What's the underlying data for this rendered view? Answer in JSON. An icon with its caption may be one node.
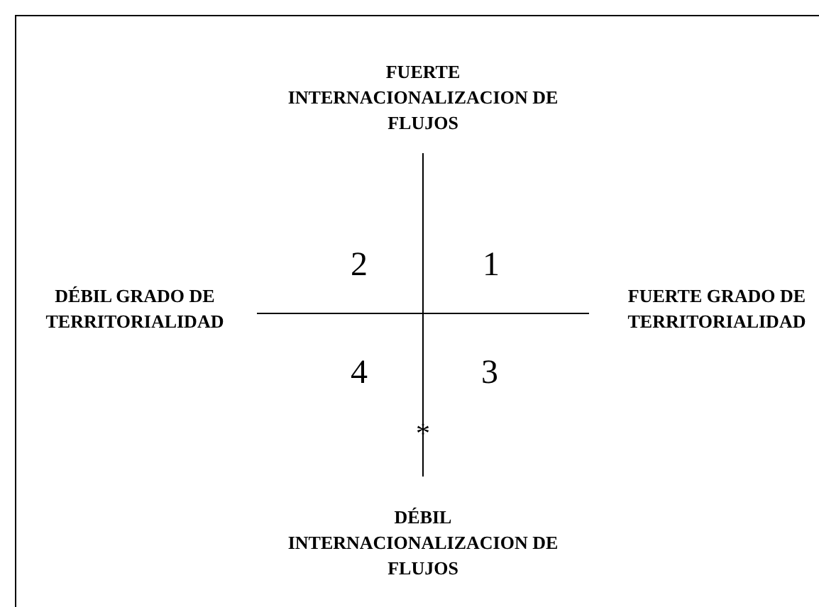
{
  "diagram": {
    "labels": [
      "FUERTE INTERNACIONALIZACION DE FLUJOS",
      "2",
      "1",
      "DÉBIL GRADO DE TERRITORIALIDAD",
      "FUERTE GRADO DE TERRITORIALIDAD",
      "4",
      "3",
      "*",
      "DÉBIL INTERNACIONALIZACION DE FLUJOS"
    ]
  }
}
